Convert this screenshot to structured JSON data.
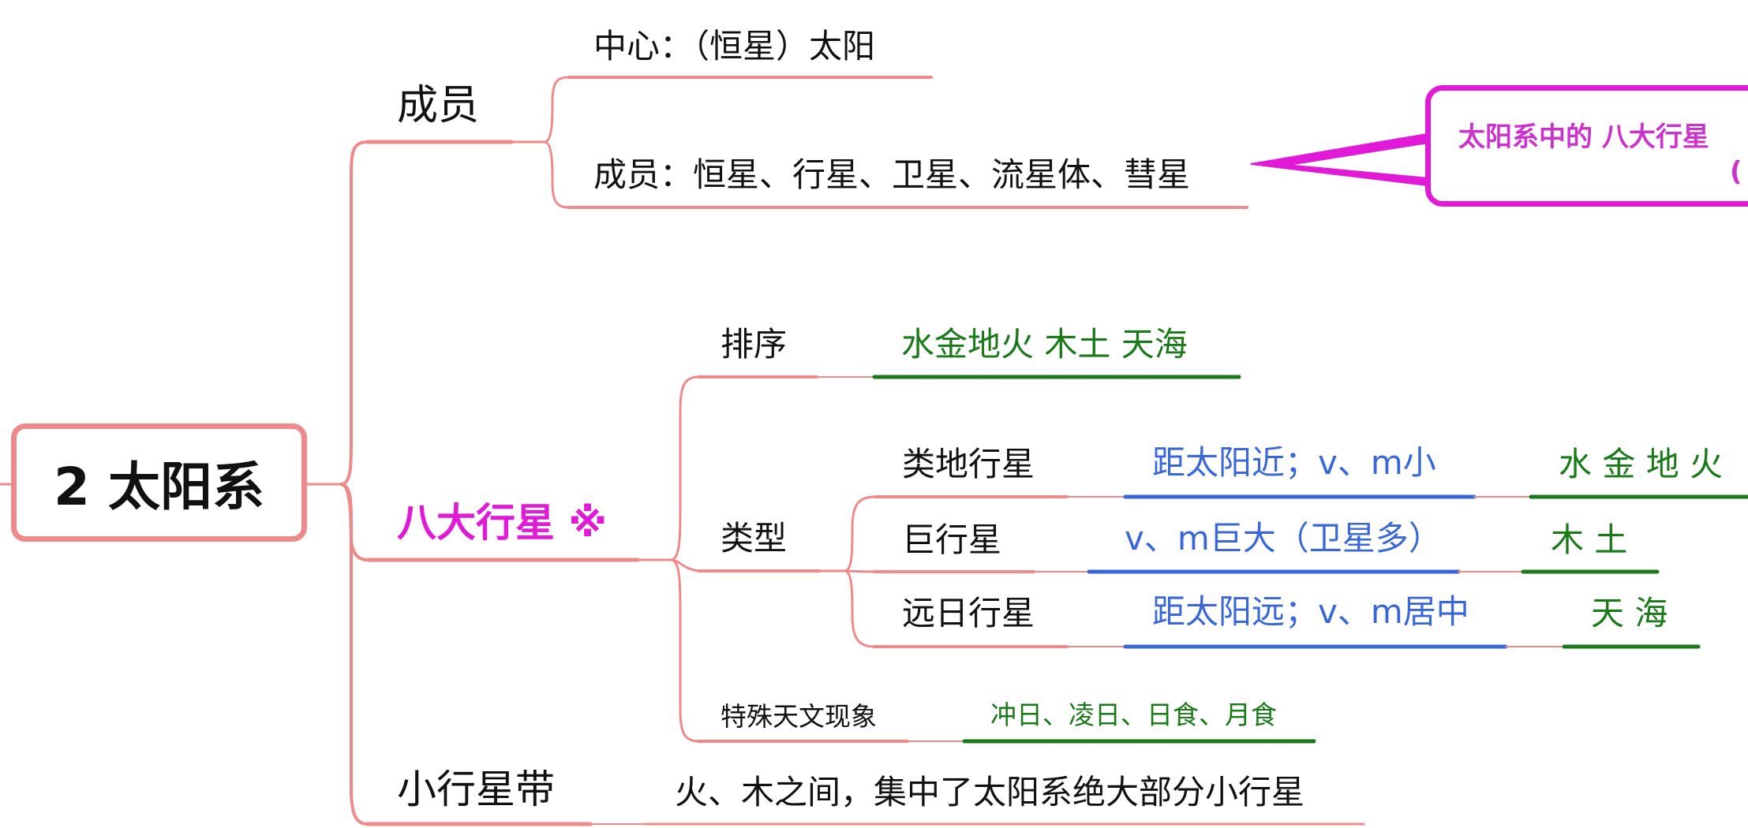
{
  "colors": {
    "branch": "#ef8a8a",
    "green": "#1a7a1a",
    "blue": "#3a67d8",
    "magenta": "#e01ad6"
  },
  "root": {
    "title": "2 太阳系"
  },
  "members": {
    "label": "成员",
    "center": "中心：（恒星）太阳",
    "list": "成员：恒星、行星、卫星、流星体、彗星"
  },
  "callout": {
    "line1": "太阳系中的 八大行星",
    "line2": "("
  },
  "planets": {
    "label": "八大行星 ※",
    "order": {
      "label": "排序",
      "value": "水金地火 木土  天海"
    },
    "types": {
      "label": "类型",
      "terrestrial": {
        "label": "类地行星",
        "desc": "距太阳近；v、m小",
        "members": "水 金 地 火"
      },
      "giant": {
        "label": "巨行星",
        "desc": "v、m巨大（卫星多）",
        "members": "木 土"
      },
      "far": {
        "label": "远日行星",
        "desc": "距太阳远；v、m居中",
        "members": "天 海"
      }
    },
    "phenomena": {
      "label": "特殊天文现象",
      "value": "冲日、凌日、日食、月食"
    }
  },
  "asteroid": {
    "label": "小行星带",
    "desc": "火、木之间，集中了太阳系绝大部分小行星"
  }
}
